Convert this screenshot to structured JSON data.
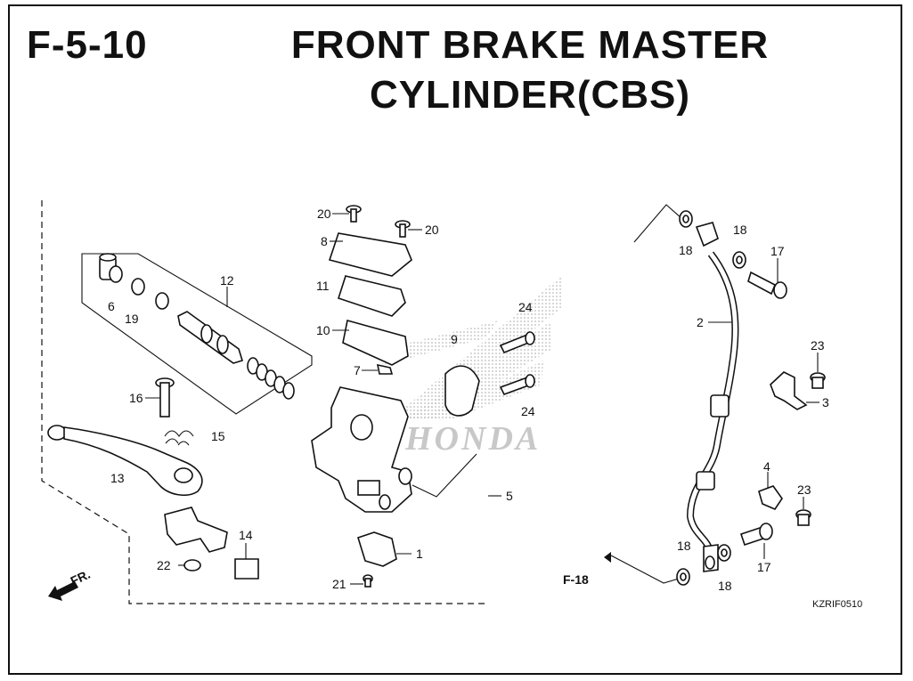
{
  "header": {
    "sheet_code": "F-5-10",
    "title_line1": "FRONT BRAKE MASTER",
    "title_line2": "CYLINDER(CBS)"
  },
  "callouts": {
    "c1": "1",
    "c2": "2",
    "c3": "3",
    "c4": "4",
    "c5": "5",
    "c6": "6",
    "c7": "7",
    "c8": "8",
    "c9": "9",
    "c10": "10",
    "c11": "11",
    "c12": "12",
    "c13": "13",
    "c14": "14",
    "c15": "15",
    "c16": "16",
    "c17a": "17",
    "c17b": "17",
    "c18a": "18",
    "c18b": "18",
    "c18c": "18",
    "c18d": "18",
    "c19": "19",
    "c20a": "20",
    "c20b": "20",
    "c21": "21",
    "c22": "22",
    "c23a": "23",
    "c23b": "23",
    "c24a": "24",
    "c24b": "24"
  },
  "refs": {
    "section_ref": "F-18",
    "front_indicator": "FR.",
    "diagram_code": "KZRIF0510"
  },
  "watermark": {
    "brand_text": "HONDA",
    "color": "#9a9a9a"
  }
}
